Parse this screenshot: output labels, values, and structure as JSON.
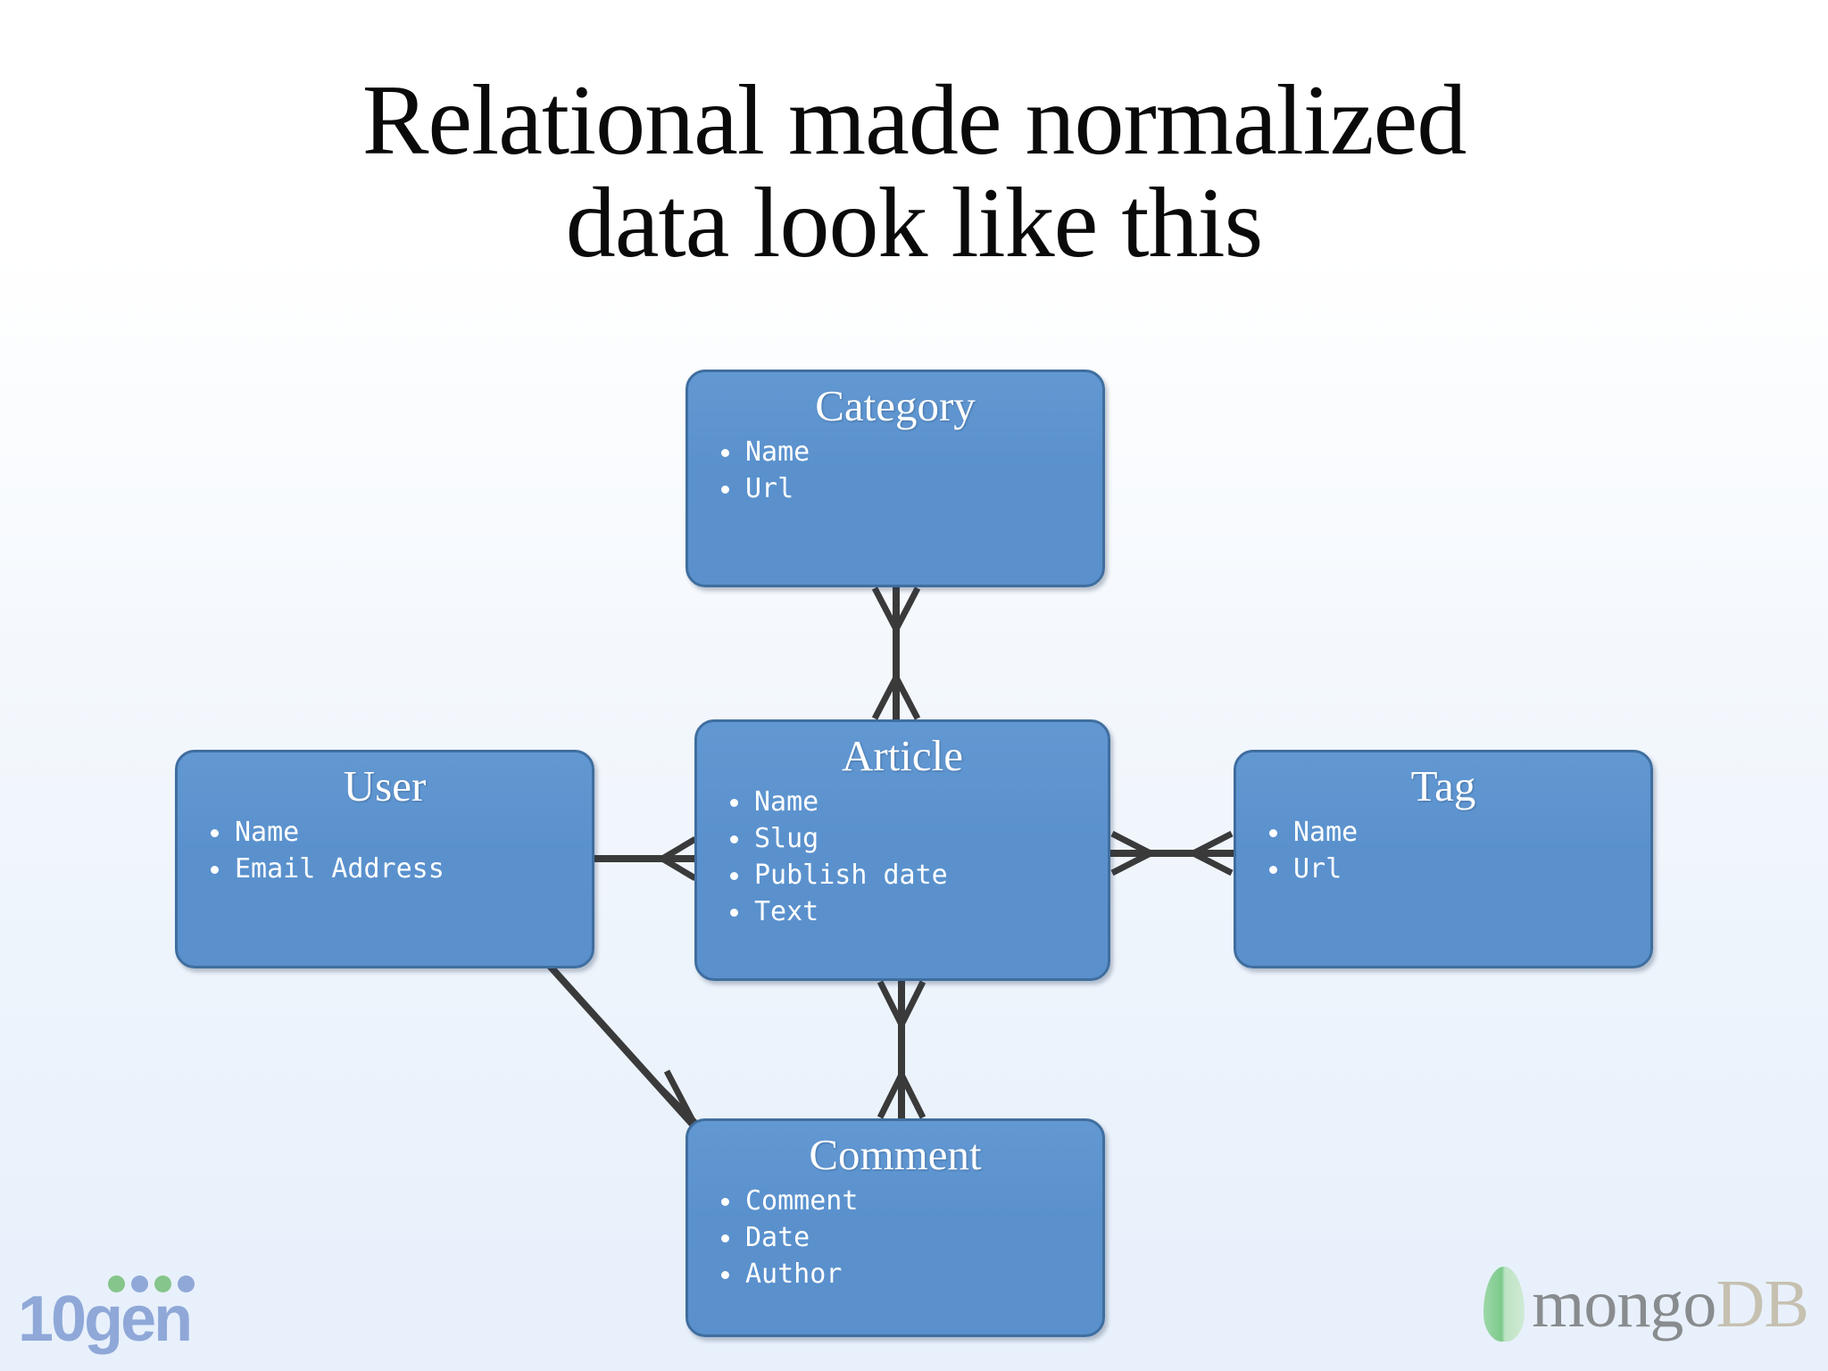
{
  "slide": {
    "title_line1": "Relational made normalized",
    "title_line2": "data look like this"
  },
  "colors": {
    "entity_fill": "#5a91cd",
    "entity_border": "#3f6e9f",
    "entity_text": "#ffffff",
    "connector": "#3a3a3a",
    "background_top": "#ffffff",
    "background_bottom": "#e7f0fb",
    "tengen_blue": "#8fa8d8",
    "tengen_green": "#86c58b",
    "mongodb_leaf_green": "#7cc98b",
    "mongodb_mongo_gray": "#898c8e",
    "mongodb_db_tan": "#c6c0b0"
  },
  "diagram": {
    "type": "entity-relationship",
    "notation": "crows-foot",
    "entities": [
      {
        "id": "category",
        "name": "Category",
        "fields": [
          "Name",
          "Url"
        ]
      },
      {
        "id": "user",
        "name": "User",
        "fields": [
          "Name",
          "Email Address"
        ]
      },
      {
        "id": "article",
        "name": "Article",
        "fields": [
          "Name",
          "Slug",
          "Publish date",
          "Text"
        ]
      },
      {
        "id": "tag",
        "name": "Tag",
        "fields": [
          "Name",
          "Url"
        ]
      },
      {
        "id": "comment",
        "name": "Comment",
        "fields": [
          "Comment",
          "Date",
          "Author"
        ]
      }
    ],
    "relationships": [
      {
        "id": "category-article",
        "from": "category",
        "to": "article",
        "from_marker": "crows-foot",
        "to_marker": "crows-foot"
      },
      {
        "id": "user-article",
        "from": "user",
        "to": "article",
        "from_marker": "none",
        "to_marker": "crows-foot"
      },
      {
        "id": "article-tag",
        "from": "article",
        "to": "tag",
        "from_marker": "crows-foot",
        "to_marker": "crows-foot"
      },
      {
        "id": "article-comment",
        "from": "article",
        "to": "comment",
        "from_marker": "crows-foot",
        "to_marker": "crows-foot"
      },
      {
        "id": "user-comment",
        "from": "user",
        "to": "comment",
        "from_marker": "none",
        "to_marker": "crows-foot"
      }
    ]
  },
  "logos": {
    "tengen": {
      "text": "10gen",
      "dots": [
        "green",
        "blue",
        "green",
        "blue"
      ]
    },
    "mongodb": {
      "mongo": "mongo",
      "db": "DB"
    }
  }
}
